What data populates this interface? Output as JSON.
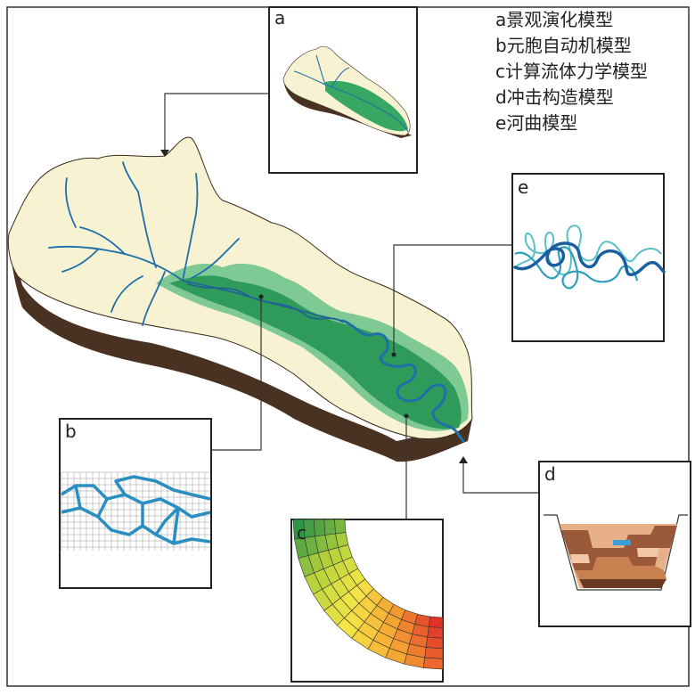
{
  "legend": [
    {
      "letter": "a",
      "text": "景观演化模型"
    },
    {
      "letter": "b",
      "text": "元胞自动机模型"
    },
    {
      "letter": "c",
      "text": "计算流体力学模型"
    },
    {
      "letter": "d",
      "text": "冲击构造模型"
    },
    {
      "letter": "e",
      "text": "河曲模型"
    }
  ],
  "panels": {
    "a": {
      "label": "a"
    },
    "b": {
      "label": "b"
    },
    "c": {
      "label": "c"
    },
    "d": {
      "label": "d"
    },
    "e": {
      "label": "e"
    }
  },
  "colors": {
    "land": "#f7f2d2",
    "soil": "#4a3222",
    "green_dark": "#2e9b5a",
    "green_light": "#6fc08a",
    "river": "#1f6fa8",
    "river_light": "#4fb3c8",
    "frame": "#222222"
  }
}
